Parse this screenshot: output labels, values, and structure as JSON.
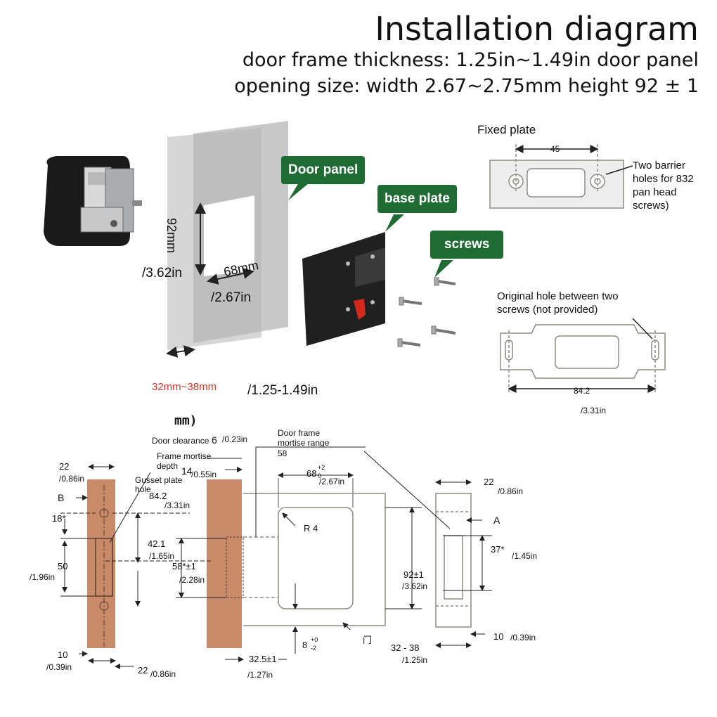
{
  "header": {
    "title": "Installation diagram",
    "line1": "door frame thickness: 1.25in~1.49in door panel",
    "line2": "opening size: width 2.67~2.75mm height 92 ± 1"
  },
  "callouts": {
    "door_panel": "Door panel",
    "base_plate": "base plate",
    "screws": "screws"
  },
  "panel": {
    "height_mm": "92mm",
    "height_in": "/3.62in",
    "width_mm": "68mm",
    "width_in": "/2.67in",
    "thickness_mm": "32mm~38mm",
    "thickness_in": "/1.25-1.49in"
  },
  "fixed_plate": {
    "title": "Fixed plate",
    "spacing": "45",
    "holes_note": [
      "Two barrier",
      "holes for 832",
      "pan head",
      "screws)"
    ],
    "orig_note": [
      "Original hole between two",
      "screws (not provided)"
    ],
    "length": "84.2",
    "length_in": "/3.31in"
  },
  "drawing": {
    "unit_label": "mm)",
    "door_clearance": "Door clearance",
    "door_clearance_val": "6",
    "door_clearance_in": "/0.23in",
    "frame_mortise": [
      "Frame mortise",
      "depth"
    ],
    "frame_mortise_val": "14",
    "frame_mortise_in": "/0.55in",
    "gusset": [
      "Gusset plate",
      "hole"
    ],
    "mortise_range": [
      "Door frame",
      "mortise range",
      "58"
    ],
    "left": {
      "w22": "22",
      "w22_in": "/0.86in",
      "b": "B",
      "d84": "84.2",
      "d84_in": "/3.31in",
      "d18": "18*",
      "d42": "42.1",
      "d42_in": "/1.65in",
      "d50": "50",
      "d50_in": "/1.96in",
      "d58": "58*±1",
      "d58_in": "/2.28in",
      "d10": "10",
      "d10_in": "/0.39in",
      "b22": "22",
      "b22_in": "/0.86in"
    },
    "center": {
      "w68": "68",
      "w68_tol": "+2",
      "w68_tol2": "0",
      "w68_in": "/2.67in",
      "r4": "R 4",
      "h92": "92±1",
      "h92_in": "/3.62in",
      "d32": "32.5±1",
      "d32_in": "/1.27in",
      "d8": "8",
      "d8_tol": "+0",
      "d8_tol2": "-2",
      "door": "门"
    },
    "right": {
      "w22": "22",
      "w22_in": "/0.86in",
      "a": "A",
      "d37": "37*",
      "d37_in": "/1.45in",
      "d10": "10",
      "d10_in": "/0.39in",
      "d32": "32 - 38",
      "d32_in": "/1.25in"
    }
  },
  "colors": {
    "callout_green": "#1f6b34",
    "wood": "#c98a6a",
    "line": "#8a8f84",
    "red_dim": "#d23a2a"
  }
}
